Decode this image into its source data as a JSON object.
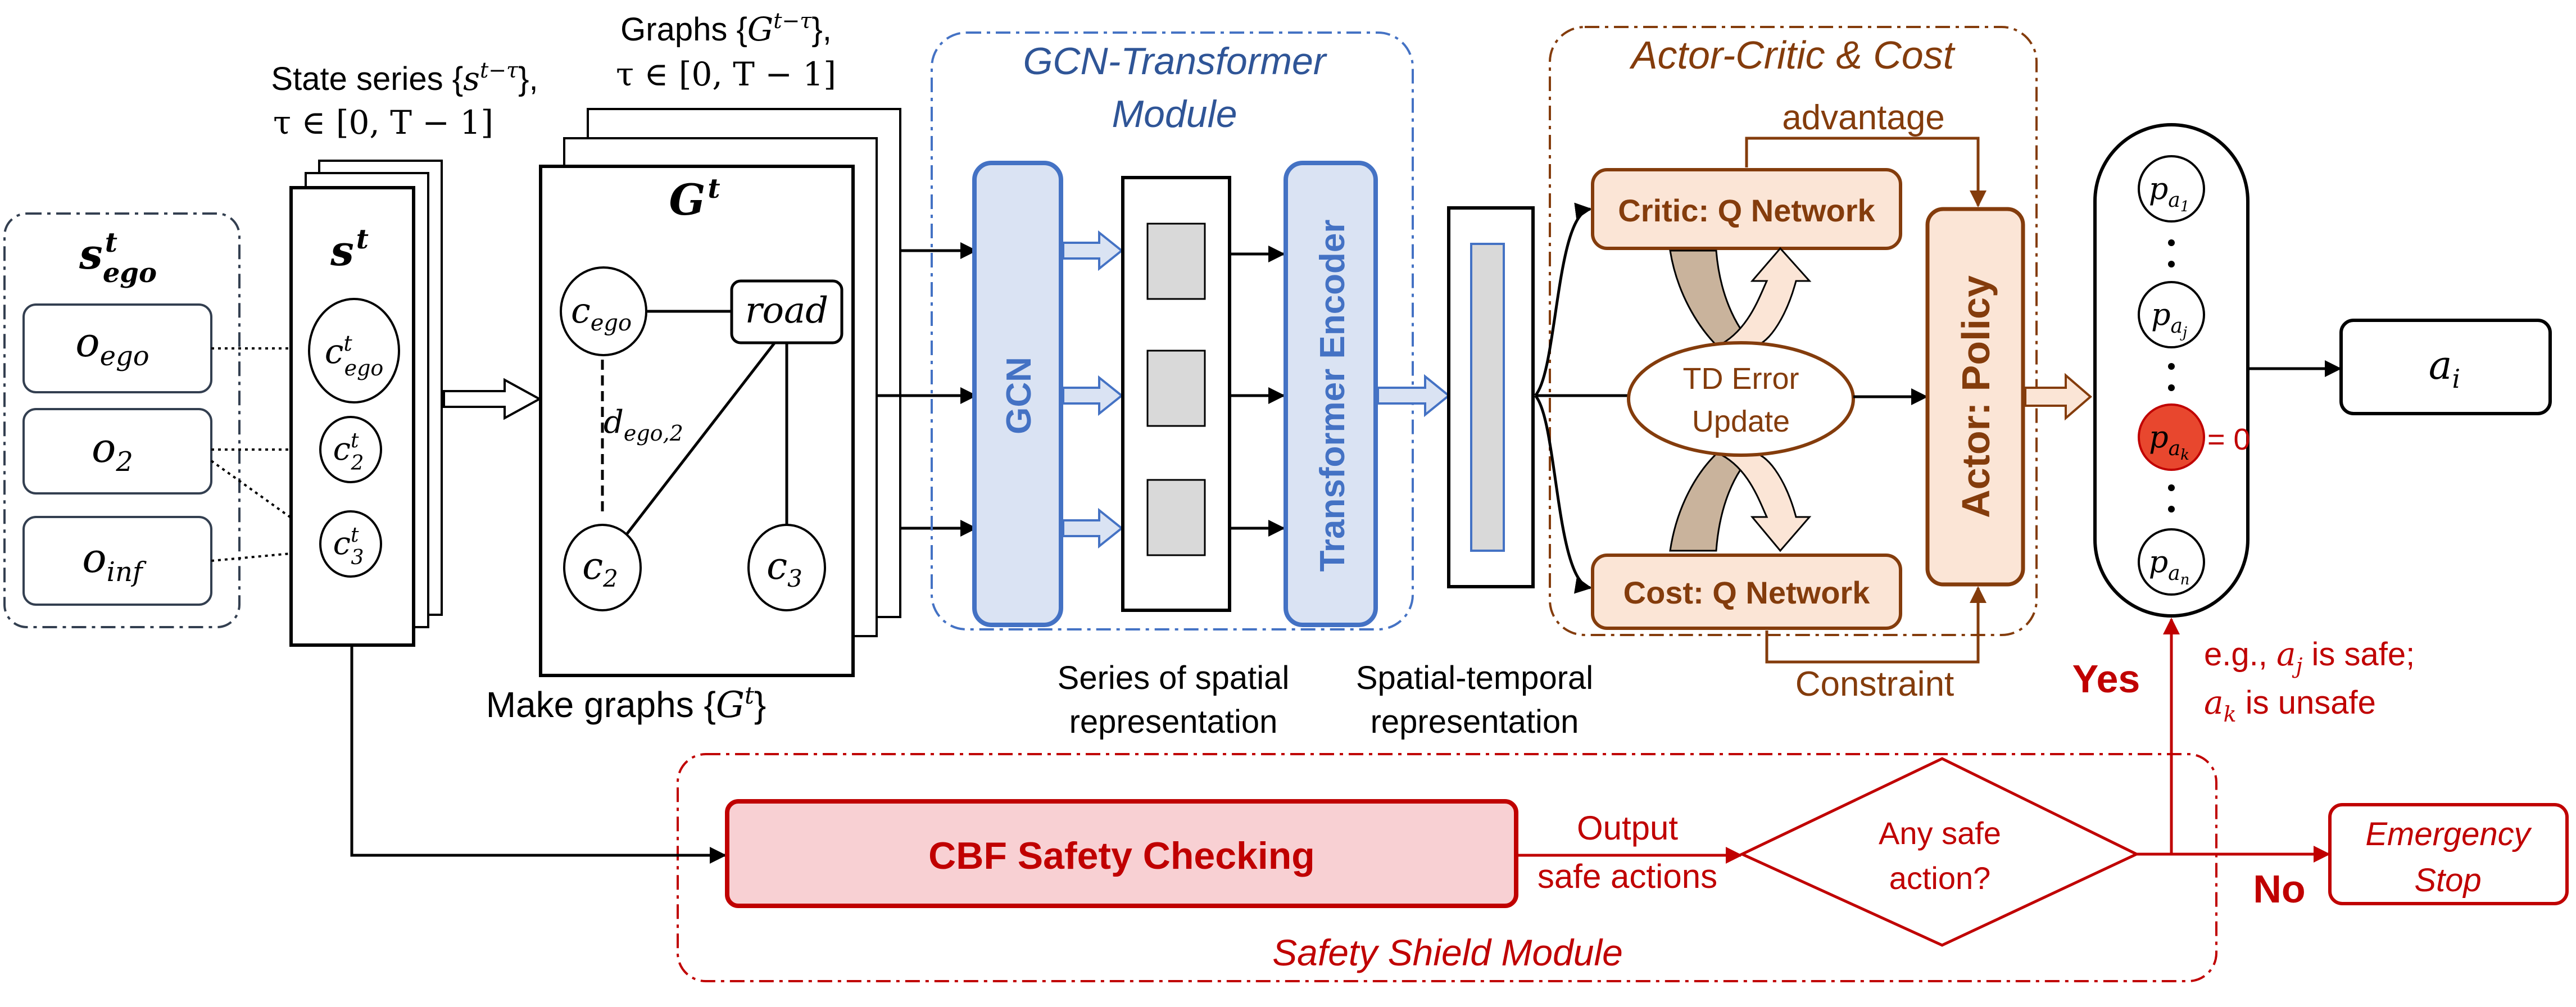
{
  "colors": {
    "blue": "#4472C4",
    "blue_fill": "#DAE3F3",
    "brown": "#843C0C",
    "brown_fill": "#FBE5D6",
    "tan": "#C9B39C",
    "red": "#C00000",
    "red_fill": "#F8D0D3",
    "red_dot": "#E8472E",
    "gray_fill": "#D9D9D9",
    "black": "#000000"
  },
  "ego_group": {
    "title": "s",
    "title_sup": "t",
    "title_sub": "ego",
    "items": [
      {
        "base": "o",
        "sub": "ego"
      },
      {
        "base": "o",
        "sub": "2"
      },
      {
        "base": "o",
        "sub": "inf"
      }
    ]
  },
  "state_stack": {
    "caption_line1": "State series {",
    "caption_line1_var": "s",
    "caption_line1_sup": "t−τ",
    "caption_line1_end": "},",
    "caption_line2": "τ ∈ [0, T − 1]",
    "title": "s",
    "title_sup": "t",
    "items": [
      {
        "base": "c",
        "sup": "t",
        "sub": "ego"
      },
      {
        "base": "c",
        "sup": "t",
        "sub": "2"
      },
      {
        "base": "c",
        "sup": "t",
        "sub": "3"
      }
    ]
  },
  "graph_stack": {
    "caption_line1": "Graphs {",
    "caption_line1_var": "G",
    "caption_line1_sup": "t−τ",
    "caption_line1_end": "},",
    "caption_line2": "τ ∈ [0, T − 1]",
    "title": "G",
    "title_sup": "t",
    "node_ego": {
      "base": "c",
      "sub": "ego"
    },
    "node_road": "road",
    "node_c2": {
      "base": "c",
      "sub": "2"
    },
    "node_c3": {
      "base": "c",
      "sub": "3"
    },
    "edge_label": {
      "base": "d",
      "sub": "ego,2"
    },
    "bottom_caption": "Make graphs {",
    "bottom_caption_var": "G",
    "bottom_caption_sup": "t",
    "bottom_caption_end": "}"
  },
  "gcn_module": {
    "title_line1": "GCN-Transformer",
    "title_line2": "Module",
    "gcn_label": "GCN",
    "transformer_label": "Transformer Encoder",
    "spatial_caption_line1": "Series of spatial",
    "spatial_caption_line2": "representation"
  },
  "st_caption_line1": "Spatial-temporal",
  "st_caption_line2": "representation",
  "actor_critic": {
    "title": "Actor-Critic & Cost",
    "advantage": "advantage",
    "critic": "Critic: Q Network",
    "td_line1": "TD Error",
    "td_line2": "Update",
    "cost": "Cost: Q Network",
    "constraint": "Constraint",
    "actor": "Actor: Policy"
  },
  "policy": {
    "p1_sub": "a1",
    "pj_sub": "aj",
    "pk_sub": "ak",
    "pn_sub": "an",
    "pk_eq": "= 0",
    "output_base": "a",
    "output_sub": "i"
  },
  "safety": {
    "yes": "Yes",
    "no": "No",
    "note_line1_pre": "e.g., ",
    "note_line1_var": "a",
    "note_line1_sub": "j",
    "note_line1_post": " is safe;",
    "note_line2_var": "a",
    "note_line2_sub": "k",
    "note_line2_post": " is unsafe",
    "cbf": "CBF Safety Checking",
    "output_line1": "Output",
    "output_line2": "safe actions",
    "decision_line1": "Any safe",
    "decision_line2": "action?",
    "emergency_line1": "Emergency",
    "emergency_line2": "Stop",
    "module_title": "Safety Shield Module"
  }
}
